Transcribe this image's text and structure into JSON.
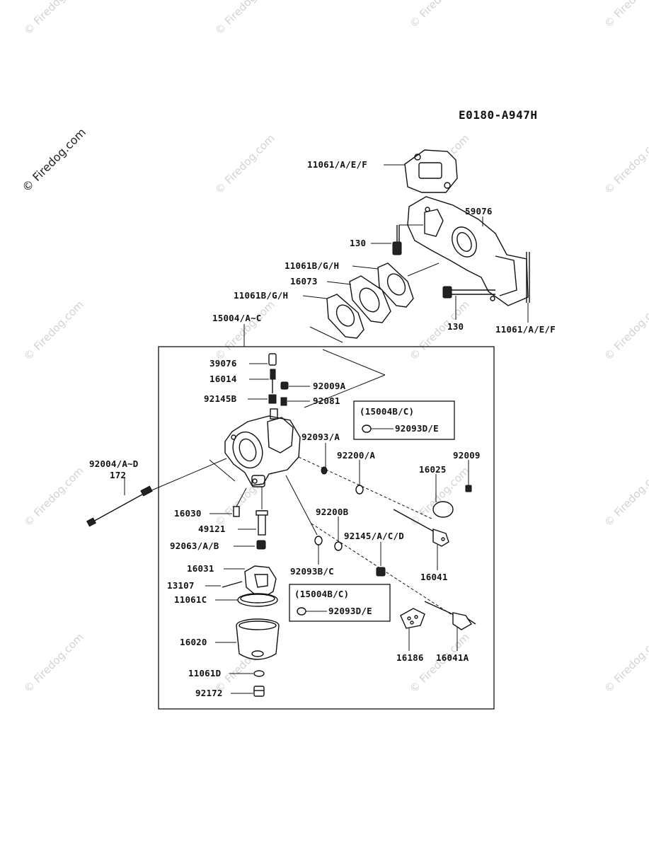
{
  "diagram_code": "E0180-A947H",
  "watermark_main": "© Firedog.com",
  "watermark_repeat": "© Firedog.com",
  "callouts": {
    "p11061aef_top": "11061/A/E/F",
    "p59076": "59076",
    "p130_top": "130",
    "p11061bgh_1": "11061B/G/H",
    "p16073": "16073",
    "p11061bgh_2": "11061B/G/H",
    "p130_bottom": "130",
    "p11061aef_side": "11061/A/E/F",
    "p15004": "15004/A~C",
    "p39076": "39076",
    "p16014": "16014",
    "p92009a": "92009A",
    "p92145b": "92145B",
    "p92081": "92081",
    "inset1_title": "(15004B/C)",
    "inset1_part": "92093D/E",
    "p92093a": "92093/A",
    "p92200a": "92200/A",
    "p92009": "92009",
    "p16025": "16025",
    "p92004": "92004/A~D",
    "p172": "172",
    "p16030": "16030",
    "p49121": "49121",
    "p92063": "92063/A/B",
    "p92200b": "92200B",
    "p92145acd": "92145/A/C/D",
    "p92093bc": "92093B/C",
    "p16041": "16041",
    "p16031": "16031",
    "p13107": "13107",
    "p11061c": "11061C",
    "inset2_title": "(15004B/C)",
    "inset2_part": "92093D/E",
    "p16020": "16020",
    "p16186": "16186",
    "p16041a": "16041A",
    "p11061d": "11061D",
    "p92172": "92172"
  }
}
